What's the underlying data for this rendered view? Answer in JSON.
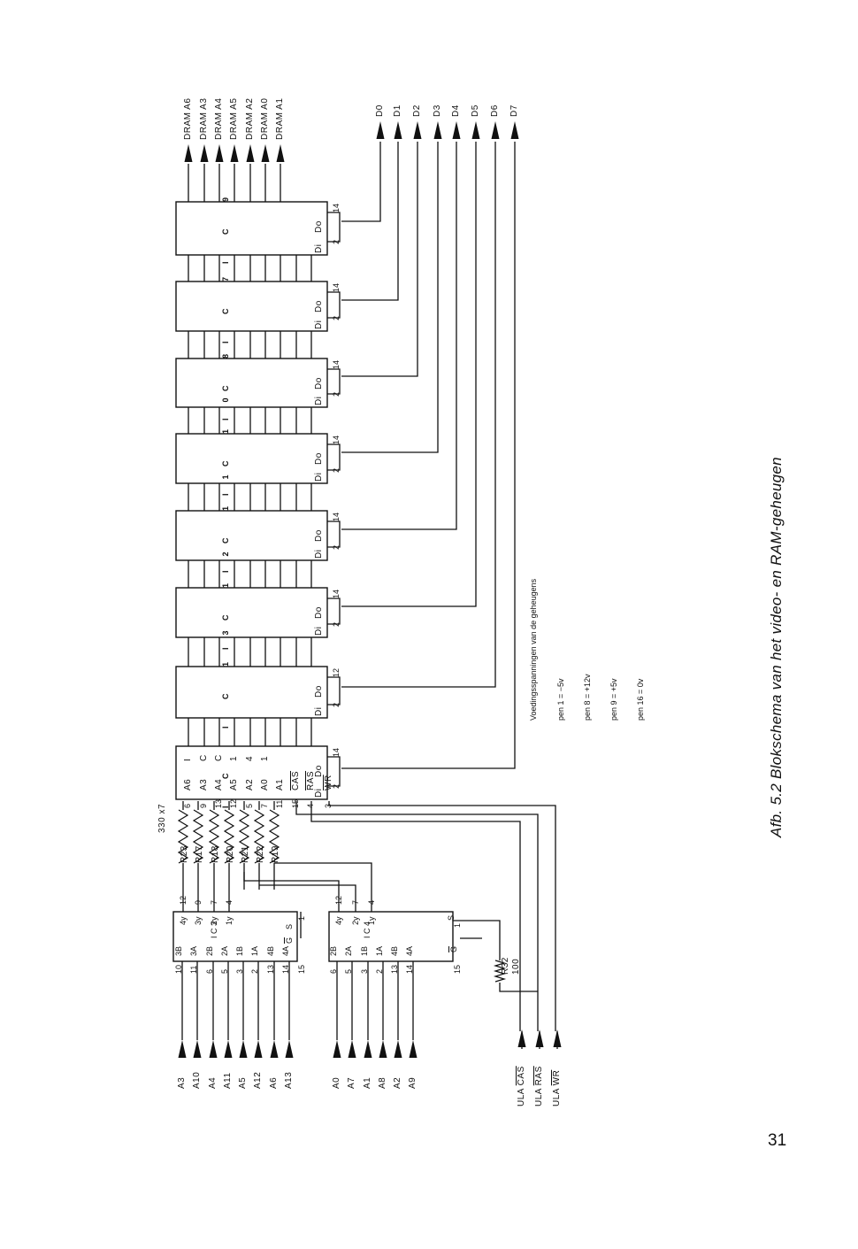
{
  "dram_address_labels": [
    "DRAM A6",
    "DRAM A3",
    "DRAM A4",
    "DRAM A5",
    "DRAM A2",
    "DRAM A0",
    "DRAM A1"
  ],
  "data_labels": [
    "D0",
    "D1",
    "D2",
    "D3",
    "D4",
    "D5",
    "D6",
    "D7"
  ],
  "ram_chips": [
    {
      "name": "I C 9",
      "di": "Di",
      "do": "Do",
      "pin_di": "2",
      "pin_do": "14"
    },
    {
      "name": "I C 7",
      "di": "Di",
      "do": "Do",
      "pin_di": "2",
      "pin_do": "14"
    },
    {
      "name": "I C 8",
      "di": "Di",
      "do": "Do",
      "pin_di": "2",
      "pin_do": "14"
    },
    {
      "name": "I C 1 0",
      "di": "Di",
      "do": "Do",
      "pin_di": "2",
      "pin_do": "14"
    },
    {
      "name": "I C 1 1",
      "di": "Di",
      "do": "Do",
      "pin_di": "2",
      "pin_do": "14"
    },
    {
      "name": "I C 1 2",
      "di": "Di",
      "do": "Do",
      "pin_di": "2",
      "pin_do": "14"
    },
    {
      "name": "I C 1 3",
      "di": "Di",
      "do": "Do",
      "pin_di": "2",
      "pin_do": "12"
    },
    {
      "name": "I C",
      "di": "Di",
      "do": "Do",
      "pin_di": "2",
      "pin_do": "14"
    }
  ],
  "first_chip_pins": [
    {
      "name": "A6",
      "num": "6"
    },
    {
      "name": "A3",
      "num": "9"
    },
    {
      "name": "A4",
      "num": "13"
    },
    {
      "name": "A5",
      "num": "12"
    },
    {
      "name": "A2",
      "num": "5"
    },
    {
      "name": "A0",
      "num": "7"
    },
    {
      "name": "A1",
      "num": "11"
    },
    {
      "name": "CAS",
      "num": "15"
    },
    {
      "name": "RAS",
      "num": "4"
    },
    {
      "name": "WR",
      "num": "3"
    }
  ],
  "first_chip_name_chars": [
    "I",
    "C",
    "C",
    "1",
    "4",
    "1"
  ],
  "resistor_value": "330 x7",
  "resistors": [
    "R23",
    "R17",
    "R18",
    "R20",
    "R21",
    "R22",
    "R19"
  ],
  "mux1": {
    "outputs": [
      {
        "pin": "12",
        "name": "4y"
      },
      {
        "pin": "9",
        "name": "3y"
      },
      {
        "pin": "7",
        "name": "2y"
      },
      {
        "pin": "4",
        "name": "1y"
      }
    ],
    "inputs": [
      {
        "pin": "10",
        "name": "3B"
      },
      {
        "pin": "11",
        "name": "3A"
      },
      {
        "pin": "6",
        "name": "2B"
      },
      {
        "pin": "5",
        "name": "2A"
      },
      {
        "pin": "3",
        "name": "1B"
      },
      {
        "pin": "2",
        "name": "1A"
      },
      {
        "pin": "13",
        "name": "4B"
      },
      {
        "pin": "14",
        "name": "4A"
      }
    ],
    "name": "I C 3",
    "g_label": "G",
    "s_label": "S",
    "g_pin": "15",
    "s_pin": "1"
  },
  "mux2": {
    "outputs": [
      {
        "pin": "12",
        "name": "4y"
      },
      {
        "pin": "7",
        "name": "2y"
      },
      {
        "pin": "4",
        "name": "1y"
      }
    ],
    "inputs": [
      {
        "pin": "6",
        "name": "2B"
      },
      {
        "pin": "5",
        "name": "2A"
      },
      {
        "pin": "3",
        "name": "1B"
      },
      {
        "pin": "2",
        "name": "1A"
      },
      {
        "pin": "13",
        "name": "4B"
      },
      {
        "pin": "14",
        "name": "4A"
      }
    ],
    "name": "I C 4",
    "g_label": "G",
    "s_label": "S",
    "g_pin": "15",
    "s_pin": "1"
  },
  "r32": {
    "name": "R32",
    "value": "100"
  },
  "left_inputs_group1": [
    "A3",
    "A10",
    "A4",
    "A11",
    "A5",
    "A12",
    "A6",
    "A13"
  ],
  "left_inputs_group2": [
    "A0",
    "A7",
    "A1",
    "A8",
    "A2",
    "A9"
  ],
  "ula_signals": [
    {
      "prefix": "ULA",
      "name": "CAS"
    },
    {
      "prefix": "ULA",
      "name": "RAS"
    },
    {
      "prefix": "ULA",
      "name": "WR"
    }
  ],
  "supply": {
    "heading": "Voedingsspanningen van de geheugens",
    "lines": [
      "pen 1 = −5v",
      "pen 8 = +12v",
      "pen 9 = +5v",
      "pen 16 = 0v"
    ]
  },
  "caption": "Afb. 5.2 Blokschema van het video- en RAM-geheugen",
  "page_number": "31"
}
